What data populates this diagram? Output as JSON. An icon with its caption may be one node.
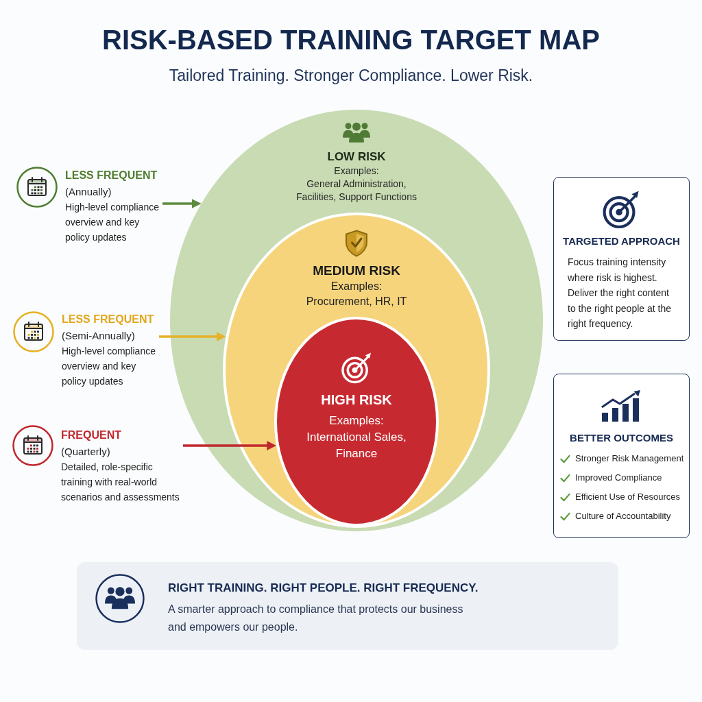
{
  "diagram": {
    "title": "RISK-BASED TRAINING TARGET MAP",
    "nodes": [
      {
        "text": [
          "LOW RISK",
          "Examples:",
          "General Administration, Facilities, Support Functions"
        ]
      },
      {
        "text": [
          "MEDIUM RISK",
          "Examples:",
          "Procurement, HR, IT"
        ],
        "in": 0
      },
      {
        "text": [
          "HIGH RISK",
          "Examples:",
          "International Sales, Finance"
        ],
        "in": 1
      },
      {
        "text": [
          "LESS FREQUENT",
          "(Annually)",
          "High-level compliance overview and key policy updates"
        ]
      },
      {
        "text": [
          "LESS FREQUENT",
          "(Semi-Annually)",
          "High-level compliance overview and key policy updates"
        ]
      },
      {
        "text": [
          "FREQUENT",
          "(Quarterly)",
          "Detailed, role-specific training with real-world scenarios and assessments"
        ]
      },
      {
        "text": [
          "TARGETED APPROACH",
          "Focus training intensity where risk is highest. Deliver the right content to the right people at the right frequency."
        ]
      },
      {
        "text": [
          "BETTER OUTCOMES",
          "Stronger Risk Management",
          "Improved Compliance",
          "Efficient Use of Resources",
          "Culture of Accountability"
        ]
      },
      {
        "text": [
          "RIGHT TRAINING. RIGHT PEOPLE. RIGHT FREQUENCY.",
          "A smarter approach to compliance that protects our business and empowers our people."
        ]
      }
    ],
    "edges": [
      {
        "from": 3,
        "to": 0,
        "arrow": "to",
        "color": "#5e8b3f"
      },
      {
        "from": 4,
        "to": 1,
        "arrow": "to",
        "color": "#e6b229"
      },
      {
        "from": 5,
        "to": 2,
        "arrow": "to",
        "color": "#c1272d"
      }
    ],
    "labels": [
      "Tailored Training. Stronger Compliance. Lower Risk."
    ]
  }
}
